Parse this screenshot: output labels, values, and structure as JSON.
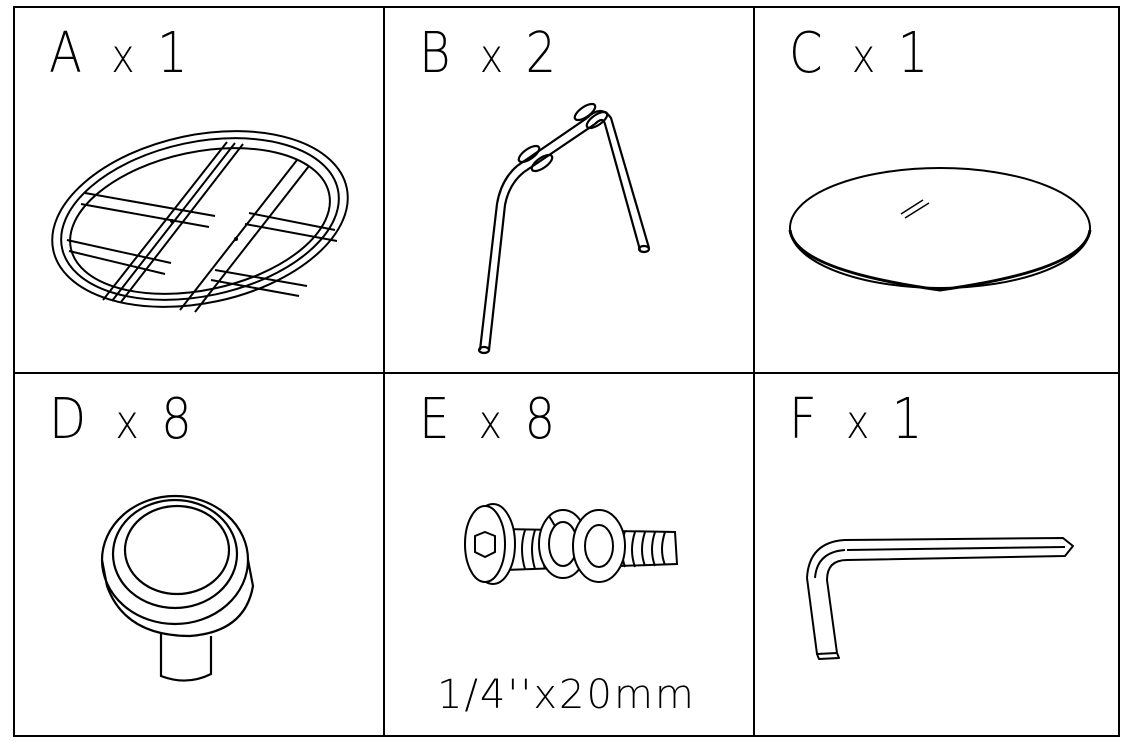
{
  "parts": [
    {
      "letter": "A",
      "qty": "1",
      "icon": "round-frame-icon"
    },
    {
      "letter": "B",
      "qty": "2",
      "icon": "leg-frame-icon"
    },
    {
      "letter": "C",
      "qty": "1",
      "icon": "glass-top-icon"
    },
    {
      "letter": "D",
      "qty": "8",
      "icon": "foot-cap-icon"
    },
    {
      "letter": "E",
      "qty": "8",
      "icon": "bolt-washer-icon",
      "spec": "1/4''x20mm"
    },
    {
      "letter": "F",
      "qty": "1",
      "icon": "allen-key-icon"
    }
  ],
  "multiplier": "x"
}
